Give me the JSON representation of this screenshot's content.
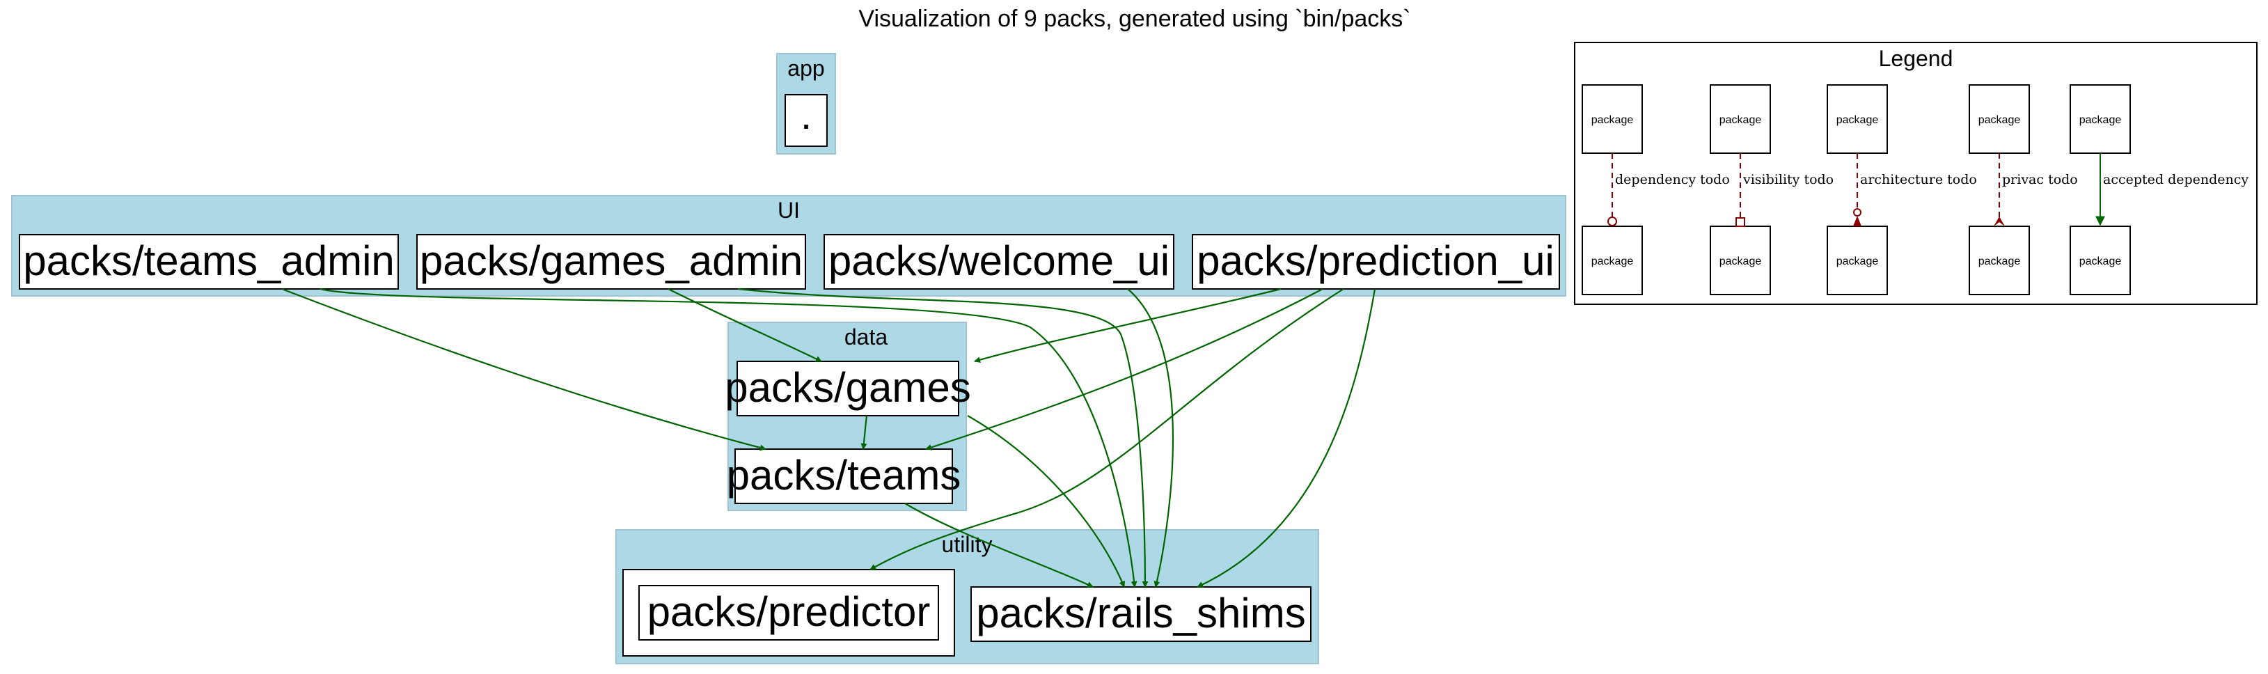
{
  "title": "Visualization of 9 packs, generated using `bin/packs`",
  "clusters": {
    "app": {
      "label": "app",
      "nodes": {
        "root": "."
      }
    },
    "ui": {
      "label": "UI",
      "nodes": {
        "teams_admin": "packs/teams_admin",
        "games_admin": "packs/games_admin",
        "welcome_ui": "packs/welcome_ui",
        "prediction_ui": "packs/prediction_ui"
      }
    },
    "data": {
      "label": "data",
      "nodes": {
        "games": "packs/games",
        "teams": "packs/teams"
      }
    },
    "utility": {
      "label": "utility",
      "nodes": {
        "predictor": "packs/predictor",
        "rails_shims": "packs/rails_shims"
      }
    }
  },
  "edges": [
    {
      "from": "packs/teams_admin",
      "to": "packs/teams",
      "kind": "accepted dependency"
    },
    {
      "from": "packs/teams_admin",
      "to": "packs/rails_shims",
      "kind": "accepted dependency"
    },
    {
      "from": "packs/games_admin",
      "to": "packs/games",
      "kind": "accepted dependency"
    },
    {
      "from": "packs/games_admin",
      "to": "packs/rails_shims",
      "kind": "accepted dependency"
    },
    {
      "from": "packs/welcome_ui",
      "to": "packs/rails_shims",
      "kind": "accepted dependency"
    },
    {
      "from": "packs/prediction_ui",
      "to": "packs/games",
      "kind": "accepted dependency"
    },
    {
      "from": "packs/prediction_ui",
      "to": "packs/teams",
      "kind": "accepted dependency"
    },
    {
      "from": "packs/prediction_ui",
      "to": "packs/predictor",
      "kind": "accepted dependency"
    },
    {
      "from": "packs/prediction_ui",
      "to": "packs/rails_shims",
      "kind": "accepted dependency"
    },
    {
      "from": "packs/games",
      "to": "packs/teams",
      "kind": "accepted dependency"
    },
    {
      "from": "packs/games",
      "to": "packs/rails_shims",
      "kind": "accepted dependency"
    },
    {
      "from": "packs/teams",
      "to": "packs/rails_shims",
      "kind": "accepted dependency"
    }
  ],
  "colors": {
    "cluster_fill": "#add8e6",
    "accepted_edge": "#006400",
    "todo_edge": "#8b0000"
  },
  "legend": {
    "title": "Legend",
    "node_label": "package",
    "items": [
      {
        "label": "dependency todo",
        "arrowhead": "odot"
      },
      {
        "label": "visibility todo",
        "arrowhead": "obox"
      },
      {
        "label": "architecture todo",
        "arrowhead": "dot-normal"
      },
      {
        "label": "privac todo",
        "arrowhead": "inv-crow"
      },
      {
        "label": "accepted dependency",
        "arrowhead": "normal"
      }
    ]
  }
}
